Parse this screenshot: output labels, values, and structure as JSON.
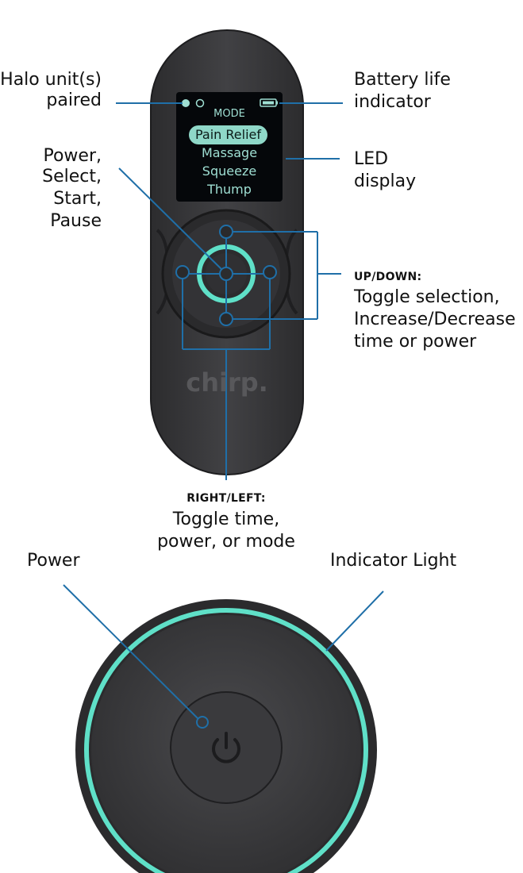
{
  "labels": {
    "halo_line1": "Halo unit(s)",
    "halo_line2": "paired",
    "battery_line1": "Battery life",
    "battery_line2": "indicator",
    "power_select_lines": [
      "Power,",
      "Select,",
      "Start,",
      "Pause"
    ],
    "led_line1": "LED",
    "led_line2": "display",
    "updown_title": "UP/DOWN:",
    "updown_lines": [
      "Toggle selection,",
      "Increase/Decrease",
      "time or power"
    ],
    "rightleft_title": "RIGHT/LEFT:",
    "rightleft_lines": [
      "Toggle time,",
      "power, or mode"
    ],
    "power_bottom": "Power",
    "indicator_light": "Indicator Light"
  },
  "remote": {
    "screen_mode": "MODE",
    "modes": [
      "Pain Relief",
      "Massage",
      "Squeeze",
      "Thump"
    ],
    "selected_mode": "Pain Relief",
    "brand": "chirp."
  },
  "colors": {
    "leader_line": "#1f6fa8",
    "accent_teal": "#5fe0c8",
    "device_body": "#3a3a3c",
    "device_dark": "#2b2b2d",
    "screen_bg": "#05070a",
    "screen_text": "#9fdfd3"
  },
  "icons": [
    "power-icon",
    "battery-icon",
    "paired-dot-icon"
  ]
}
